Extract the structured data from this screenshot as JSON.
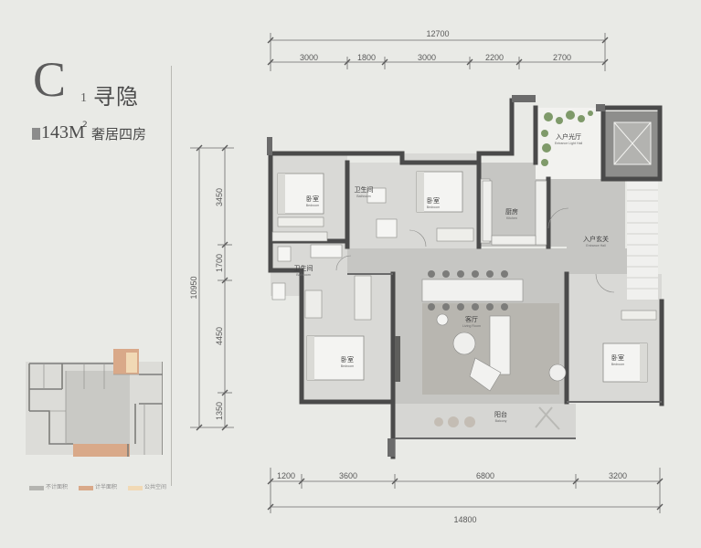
{
  "title": {
    "letter": "C",
    "subscript": "1",
    "name": "寻隐",
    "area_value": "143M",
    "area_unit_sup": "2",
    "type_name": "奢居四房"
  },
  "legend": [
    {
      "label": "不计面积",
      "color": "#b4b4b0"
    },
    {
      "label": "计半面积",
      "color": "#d9a989"
    },
    {
      "label": "公共空间",
      "color": "#f1d9b5"
    }
  ],
  "dimensions": {
    "top_total": "12700",
    "top_segments": [
      "3000",
      "1800",
      "3000",
      "2200",
      "2700"
    ],
    "bottom_total": "14800",
    "bottom_segments": [
      "1200",
      "3600",
      "6800",
      "3200"
    ],
    "left_total": "10950",
    "left_segments": [
      "3450",
      "1700",
      "4450",
      "1350"
    ]
  },
  "rooms": [
    {
      "cn": "卧室",
      "en": "Bedroom"
    },
    {
      "cn": "卫生间",
      "en": "Bathroom"
    },
    {
      "cn": "卧室",
      "en": "Bedroom"
    },
    {
      "cn": "厨房",
      "en": "Kitchen"
    },
    {
      "cn": "入户光厅",
      "en": "Entrance Light Hall"
    },
    {
      "cn": "入户玄关",
      "en": "Entrance Hall"
    },
    {
      "cn": "卫生间",
      "en": "Bathroom"
    },
    {
      "cn": "客厅",
      "en": "Living Room"
    },
    {
      "cn": "卧室",
      "en": "Bedroom"
    },
    {
      "cn": "卧室",
      "en": "Bedroom"
    },
    {
      "cn": "阳台",
      "en": "Balcony"
    }
  ]
}
